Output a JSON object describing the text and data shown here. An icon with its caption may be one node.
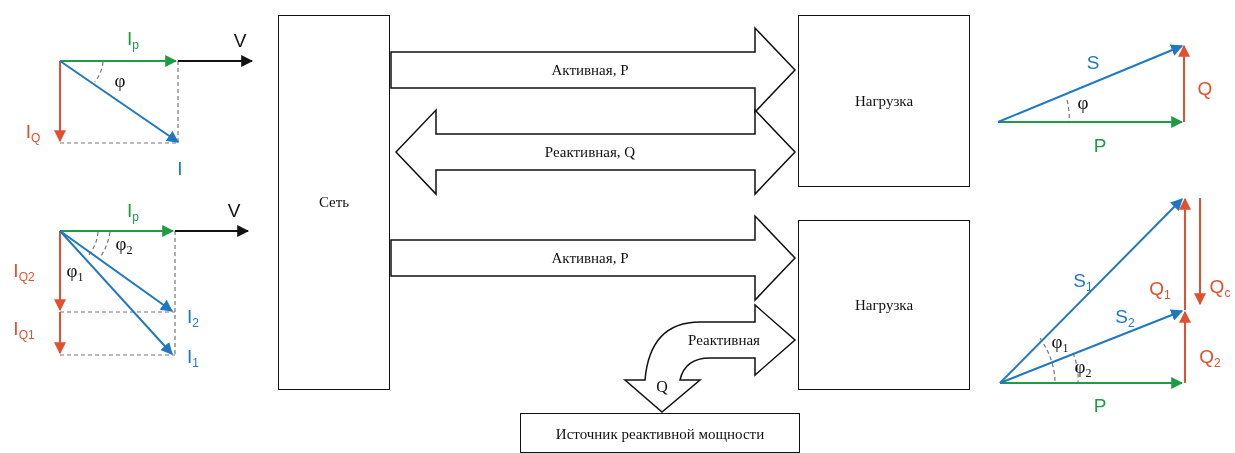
{
  "diagram": {
    "nodes": [
      {
        "text": [
          "Сеть"
        ]
      },
      {
        "text": [
          "Нагрузка"
        ]
      },
      {
        "text": [
          "Нагрузка"
        ]
      },
      {
        "text": [
          "Источник реактивной мощности"
        ]
      }
    ],
    "edges": [
      {
        "from": 0,
        "to": 1,
        "arrow": "to",
        "label": "Активная, P"
      },
      {
        "from": 0,
        "to": 1,
        "arrow": "both",
        "label": "Реактивная, Q"
      },
      {
        "from": 0,
        "to": 2,
        "arrow": "to",
        "label": "Активная, P"
      },
      {
        "from": 3,
        "to": 2,
        "arrow": "both",
        "label": "Реактивная"
      }
    ],
    "labels": [
      "I$_{p}$",
      "V",
      "φ",
      "I$_{Q}$",
      "I",
      "I$_{p}$",
      "V",
      "φ$_{2}$",
      "φ$_{1}$",
      "I$_{Q2}$",
      "I$_{2}$",
      "I$_{Q1}$",
      "I$_{1}$",
      "S",
      "Q",
      "φ",
      "P",
      "Q$_{c}$",
      "S$_{1}$",
      "Q$_{1}$",
      "S$_{2}$",
      "φ$_{1}$",
      "Q$_{2}$",
      "φ$_{2}$",
      "P",
      "Q"
    ]
  }
}
